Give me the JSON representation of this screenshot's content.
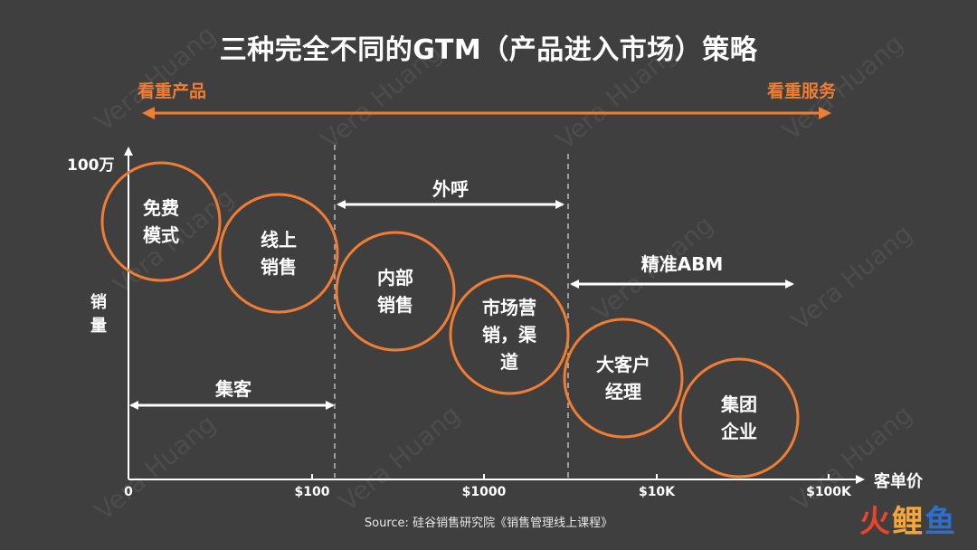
{
  "title": "三种完全不同的GTM（产品进入市场）策略",
  "top_left_label": "看重产品",
  "top_right_label": "看重服务",
  "y_axis": {
    "max_label": "100万",
    "label_line1": "销",
    "label_line2": "量"
  },
  "x_axis": {
    "label": "客单价",
    "ticks": [
      "0",
      "$100",
      "$1000",
      "$10K",
      "$100K"
    ]
  },
  "ranges": {
    "jike": "集客",
    "waihu": "外呼",
    "abm": "精准ABM"
  },
  "circles": [
    {
      "line1": "免费",
      "line2": "模式"
    },
    {
      "line1": "线上",
      "line2": "销售"
    },
    {
      "line1": "内部",
      "line2": "销售"
    },
    {
      "line1": "市场营",
      "line2": "销，渠",
      "line3": "道"
    },
    {
      "line1": "大客户",
      "line2": "经理"
    },
    {
      "line1": "集团",
      "line2": "企业"
    }
  ],
  "source": "Source: 硅谷销售研究院《销售管理线上课程》",
  "logo": {
    "part1": "火",
    "part2": "鲤",
    "part3": "鱼"
  },
  "watermark": "Vera Huang",
  "colors": {
    "background": "#3f3f3f",
    "accent": "#ef7d34",
    "text": "#ffffff"
  }
}
